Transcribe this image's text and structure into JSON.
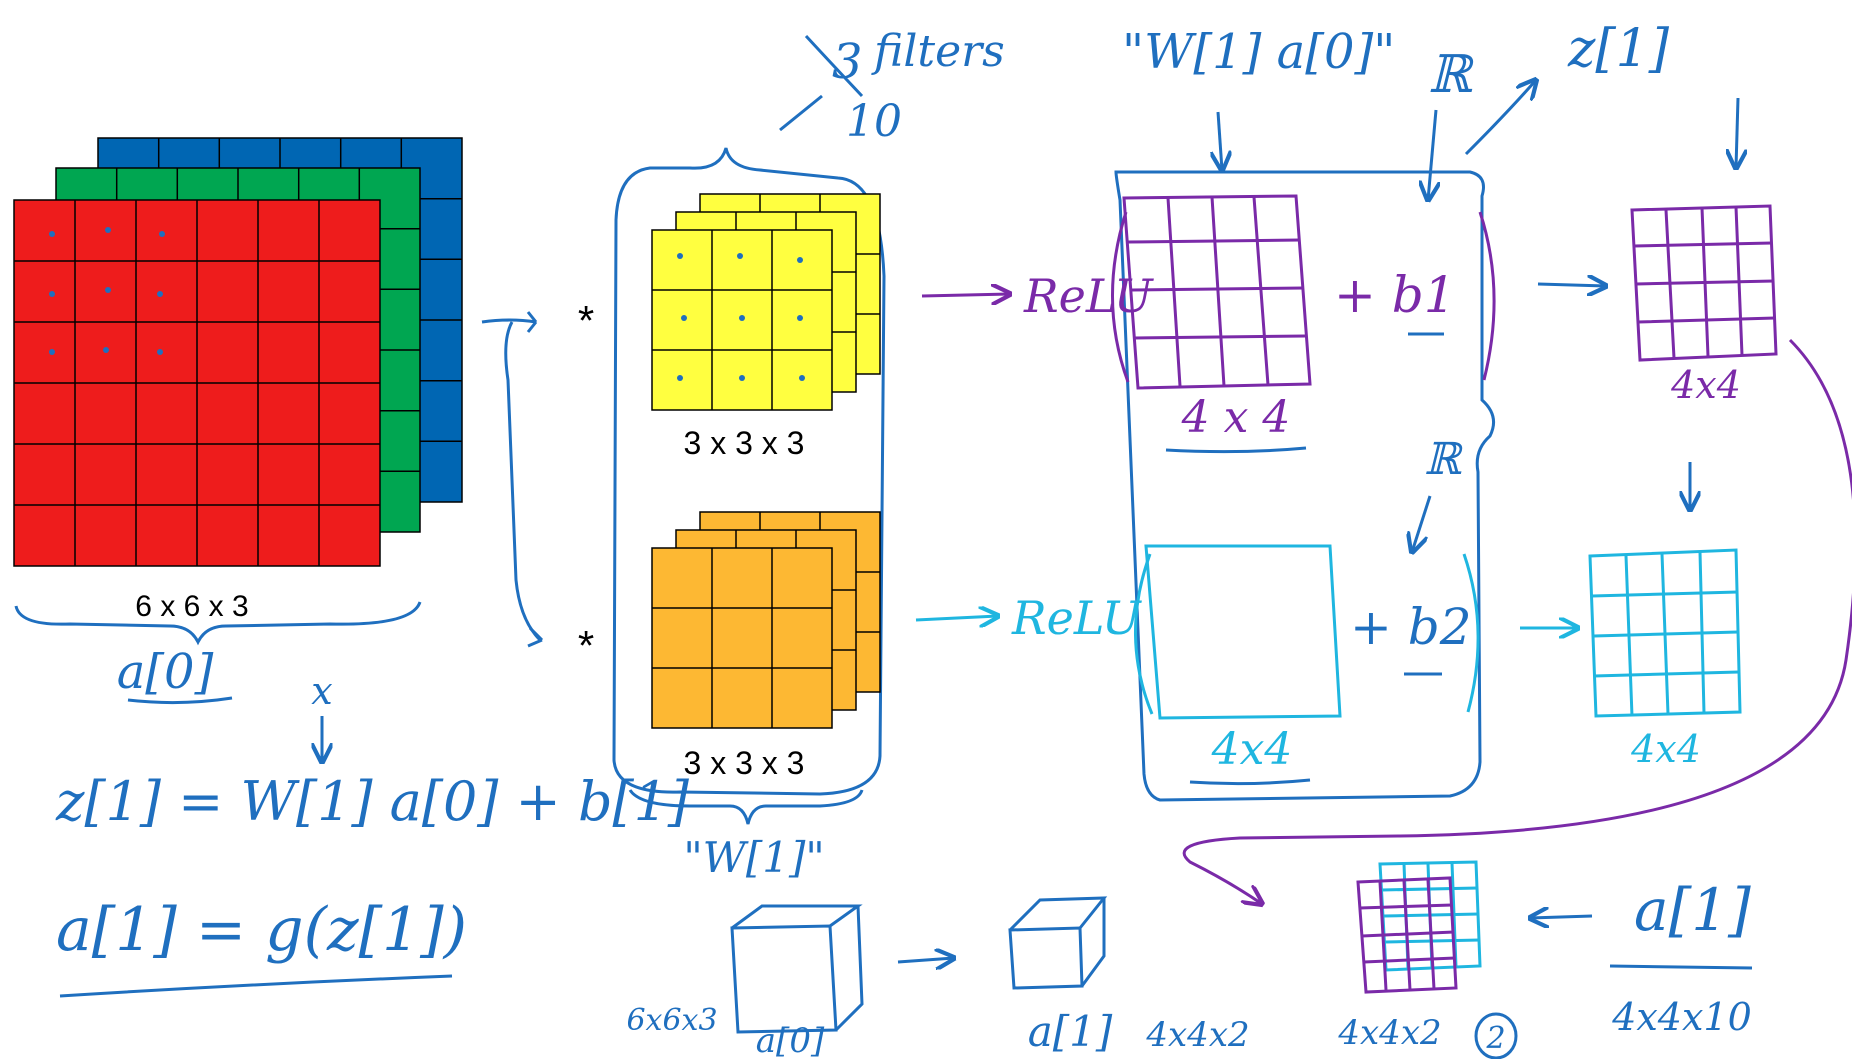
{
  "colors": {
    "red": "#ee1c1c",
    "green": "#00a651",
    "blue": "#0066b3",
    "yellow": "#ffff40",
    "orange": "#fdb833",
    "ink_blue": "#1f6fbf",
    "ink_purple": "#7a2aa8",
    "ink_cyan": "#1fb6e0"
  },
  "input_volume": {
    "dims": "6 x 6 x 3",
    "name": "a[0]"
  },
  "filters": {
    "annotation_struck": "3",
    "annotation_label": "filters",
    "annotation_count": "10",
    "top": {
      "dims": "3 x 3 x 3",
      "operator": "*"
    },
    "bottom": {
      "dims": "3 x 3 x 3",
      "operator": "*"
    },
    "group_label": "\"W[1]\""
  },
  "stage_top": {
    "header": "\"W[1] a[0]\"",
    "activation": "ReLU",
    "grid_dims": "4 x 4",
    "bias": "+ b1",
    "real_marker": "ℝ",
    "z_label": "z[1]",
    "output_dims": "4x4"
  },
  "stage_bottom": {
    "activation": "ReLU",
    "grid_dims": "4x4",
    "bias": "+ b2",
    "real_marker": "ℝ",
    "output_dims": "4x4"
  },
  "equations": {
    "x_label": "x",
    "z_eq": "z[1] = W[1] a[0] + b[1]",
    "a_eq": "a[1] = g(z[1])"
  },
  "bottom_row": {
    "input_dims": "6x6x3",
    "input_name": "a[0]",
    "output_name": "a[1]",
    "output_dims": "4x4x2",
    "stack_dims": "4x4x2",
    "stack_circled": "2",
    "general_name": "a[1]",
    "general_dims": "4x4x10"
  }
}
